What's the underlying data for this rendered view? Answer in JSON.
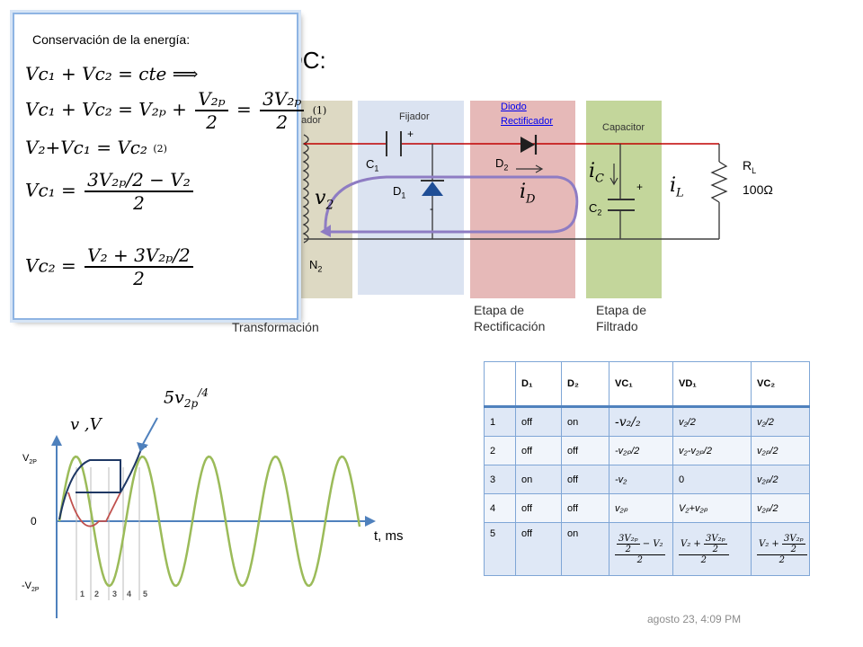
{
  "title_fragment": "DC:",
  "popup": {
    "title": "Conservación de la energía:",
    "eq1": "Vc₁ + Vc₂ = cte ⟹",
    "eq2_lhs": "Vc₁ + Vc₂ = V₂ₚ +",
    "eq2_f1_num": "V₂ₚ",
    "eq2_f1_den": "2",
    "eq2_eq": "=",
    "eq2_f2_num": "3V₂ₚ",
    "eq2_f2_den": "2",
    "eq2_tag": "(1)",
    "eq3": "V₂+Vc₁ = Vc₂",
    "eq3_tag": "(2)",
    "eq4_lhs": "Vc₁ =",
    "eq4_num": "3V₂ₚ/2 − V₂",
    "eq4_den": "2",
    "eq5_lhs": "Vc₂ =",
    "eq5_num": "V₂ + 3V₂ₚ/2",
    "eq5_den": "2"
  },
  "stages": {
    "transformer_fragment": "mador",
    "transformer_caption": "Transformación",
    "clamper": "Fijador",
    "rectifier_link": "Diodo Rectificador",
    "rectifier_caption_1": "Etapa de",
    "rectifier_caption_2": "Rectificación",
    "capacitor": "Capacitor",
    "filter_caption_1": "Etapa de",
    "filter_caption_2": "Filtrado"
  },
  "circuit": {
    "c1": "C",
    "c1_sub": "1",
    "d1": "D",
    "d1_sub": "1",
    "d2": "D",
    "d2_sub": "2",
    "c2": "C",
    "c2_sub": "2",
    "n2": "N",
    "n2_sub": "2",
    "rl": "R",
    "rl_sub": "L",
    "rl_value": "100Ω",
    "v2": "v",
    "v2_sub": "2",
    "id": "i",
    "id_sub": "D",
    "ic": "i",
    "ic_sub": "C",
    "il": "i",
    "il_sub": "L",
    "plus": "+",
    "minus": "-"
  },
  "graph": {
    "annotation": "5v",
    "annotation_sub": "2p",
    "annotation_tail": "/4",
    "ylabel": "v ,V",
    "xlabel": "t, ms",
    "y_top": "V",
    "y_top_sub": "2P",
    "y_zero": "0",
    "y_bottom": "-V",
    "y_bottom_sub": "2P",
    "x_ticks": [
      "1",
      "2",
      "3",
      "4",
      "5"
    ]
  },
  "table": {
    "headers": [
      "",
      "D₁",
      "D₂",
      "VC₁",
      "VD₁",
      "VC₂"
    ],
    "rows": [
      {
        "n": "1",
        "d1": "off",
        "d2": "on",
        "vc1": "-v₂/₂",
        "vd1": "v₂/2",
        "vc2": "v₂/2"
      },
      {
        "n": "2",
        "d1": "off",
        "d2": "off",
        "vc1": "-v₂ₚ/2",
        "vd1": "v₂-v₂ₚ/2",
        "vc2": "v₂ₚ/2"
      },
      {
        "n": "3",
        "d1": "on",
        "d2": "off",
        "vc1": "-v₂",
        "vd1": "0",
        "vc2": "v₂ₚ/2"
      },
      {
        "n": "4",
        "d1": "off",
        "d2": "off",
        "vc1": "v₂ₚ",
        "vd1": "V₂+v₂ₚ",
        "vc2": "v₂ₚ/2"
      },
      {
        "n": "5",
        "d1": "off",
        "d2": "on",
        "vc1": "",
        "vd1": "",
        "vc2": ""
      }
    ],
    "row5_vc1_num": "3V₂ₚ",
    "row5_vc1_den": "2",
    "row5_vc1_tail": "− V₂",
    "row5_vc1_den2": "2",
    "row5_vd1_num": "3V₂ₚ",
    "row5_vd1_head": "V₂ +",
    "row5_vd1_den": "2",
    "row5_vd1_den2": "2",
    "row5_vc2_head": "V₂ +",
    "row5_vc2_num": "3V₂ₚ",
    "row5_vc2_den": "2",
    "row5_vc2_den2": "2"
  },
  "timestamp": "agosto 23, 4:09 PM",
  "colors": {
    "transformer_panel": "#ddd9c3",
    "clamper_panel": "#dbe3f1",
    "rectifier_panel": "#e6b9b8",
    "filter_panel": "#c3d69b",
    "wire_red": "#c00000",
    "wire_dark": "#404040",
    "current_loop": "#8e7cc3",
    "sine": "#9bbb59",
    "clamped": "#1f3864",
    "diode_fill": "#1f4e96",
    "axis": "#4f81bd",
    "link": "#0000ee",
    "popup_border": "#8eb4e3"
  }
}
